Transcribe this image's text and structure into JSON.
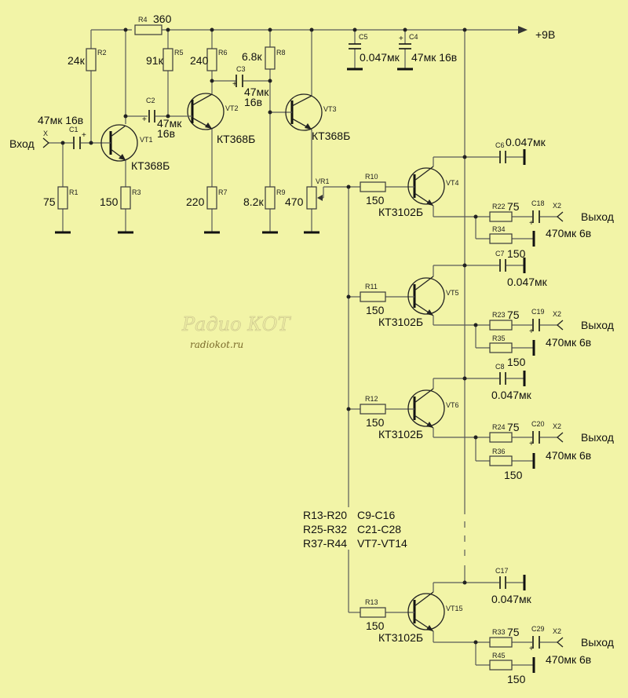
{
  "supply": {
    "label": "+9В"
  },
  "input": {
    "label": "Вход",
    "connector": "X"
  },
  "outputs": [
    {
      "label": "Выход",
      "connector": "X2"
    },
    {
      "label": "Выход",
      "connector": "X2"
    },
    {
      "label": "Выход",
      "connector": "X2"
    },
    {
      "label": "Выход",
      "connector": "X2"
    }
  ],
  "resistors": {
    "R1": {
      "ref": "R1",
      "value": "75"
    },
    "R2": {
      "ref": "R2",
      "value": "24к"
    },
    "R3": {
      "ref": "R3",
      "value": "150"
    },
    "R4": {
      "ref": "R4",
      "value": "360"
    },
    "R5": {
      "ref": "R5",
      "value": "91к"
    },
    "R6": {
      "ref": "R6",
      "value": "240"
    },
    "R7": {
      "ref": "R7",
      "value": "220"
    },
    "R8": {
      "ref": "R8",
      "value": "6.8к"
    },
    "R9": {
      "ref": "R9",
      "value": "8.2к"
    },
    "VR1": {
      "ref": "VR1",
      "value": "470"
    },
    "R10": {
      "ref": "R10",
      "value": "150"
    },
    "R11": {
      "ref": "R11",
      "value": "150"
    },
    "R12": {
      "ref": "R12",
      "value": "150"
    },
    "R13": {
      "ref": "R13",
      "value": "150"
    },
    "R22": {
      "ref": "R22",
      "value": "75"
    },
    "R23": {
      "ref": "R23",
      "value": "75"
    },
    "R24": {
      "ref": "R24",
      "value": "75"
    },
    "R33": {
      "ref": "R33",
      "value": "75"
    },
    "R34": {
      "ref": "R34",
      "value": "150"
    },
    "R35": {
      "ref": "R35",
      "value": "150"
    },
    "R36": {
      "ref": "R36",
      "value": "150"
    },
    "R45": {
      "ref": "R45",
      "value": "150"
    }
  },
  "capacitors": {
    "C1": {
      "ref": "C1",
      "value": "47мк 16в"
    },
    "C2": {
      "ref": "C2",
      "value1": "47мк",
      "value2": "16в"
    },
    "C3": {
      "ref": "C3",
      "value1": "47мк",
      "value2": "16в"
    },
    "C4": {
      "ref": "C4",
      "value": "47мк 16в"
    },
    "C5": {
      "ref": "C5",
      "value": "0.047мк"
    },
    "C6": {
      "ref": "C6",
      "value": "0.047мк"
    },
    "C7": {
      "ref": "C7",
      "value": "0.047мк"
    },
    "C8": {
      "ref": "C8",
      "value": "0.047мк"
    },
    "C17": {
      "ref": "C17",
      "value": "0.047мк"
    },
    "C18": {
      "ref": "C18",
      "value": "470мк 6в"
    },
    "C19": {
      "ref": "C19",
      "value": "470мк 6в"
    },
    "C20": {
      "ref": "C20",
      "value": "470мк 6в"
    },
    "C29": {
      "ref": "C29",
      "value": "470мк 6в"
    }
  },
  "transistors": {
    "VT1": {
      "ref": "VT1",
      "type": "КТ368Б"
    },
    "VT2": {
      "ref": "VT2",
      "type": "КТ368Б"
    },
    "VT3": {
      "ref": "VT3",
      "type": "КТ368Б"
    },
    "VT4": {
      "ref": "VT4",
      "type": "КТ3102Б"
    },
    "VT5": {
      "ref": "VT5",
      "type": "КТ3102Б"
    },
    "VT6": {
      "ref": "VT6",
      "type": "КТ3102Б"
    },
    "VT15": {
      "ref": "VT15",
      "type": "КТ3102Б"
    }
  },
  "notes": {
    "line1a": "R13-R20",
    "line1b": "C9-C16",
    "line2a": "R25-R32",
    "line2b": "C21-C28",
    "line3a": "R37-R44",
    "line3b": "VT7-VT14"
  },
  "watermark": {
    "logo": "Радио КОТ",
    "url": "radiokot.ru"
  }
}
